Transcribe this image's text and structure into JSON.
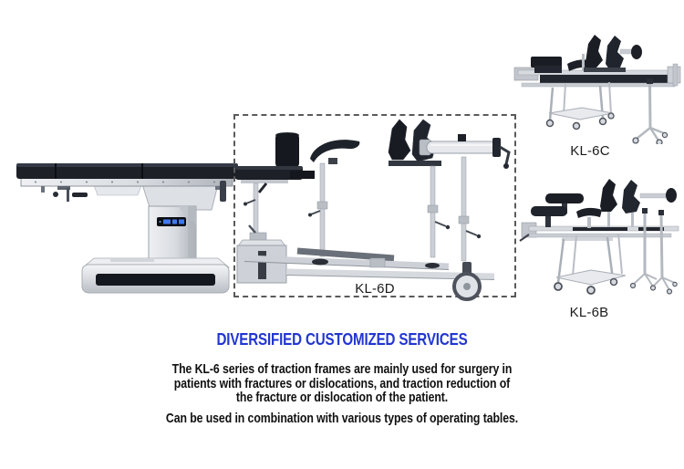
{
  "page": {
    "background": "#ffffff"
  },
  "showcase": {
    "operating_table": {
      "image": "operating-table-side-view-photo"
    },
    "kl6d": {
      "label": "KL-6D",
      "image": "kl-6d-orthopedic-traction-frame-photo",
      "highlight": "dashed-outline"
    },
    "kl6c": {
      "label": "KL-6C",
      "image": "kl-6c-orthopedic-traction-frame-photo"
    },
    "kl6b": {
      "label": "KL-6B",
      "image": "kl-6b-orthopedic-traction-frame-photo"
    }
  },
  "heading": {
    "text": "DIVERSIFIED CUSTOMIZED SERVICES",
    "color": "#2236d1"
  },
  "description": {
    "paragraph1_lines": [
      "The KL-6 series of traction frames are mainly used for surgery in",
      "patients with fractures or dislocations, and traction reduction of",
      "the fracture or dislocation of the patient."
    ],
    "paragraph2": "Can be used in combination with various types of operating tables.",
    "text_color": "#101010"
  },
  "styles": {
    "dashed_border_color": "#595a5c",
    "display_led_color": "#3e7bf0"
  }
}
